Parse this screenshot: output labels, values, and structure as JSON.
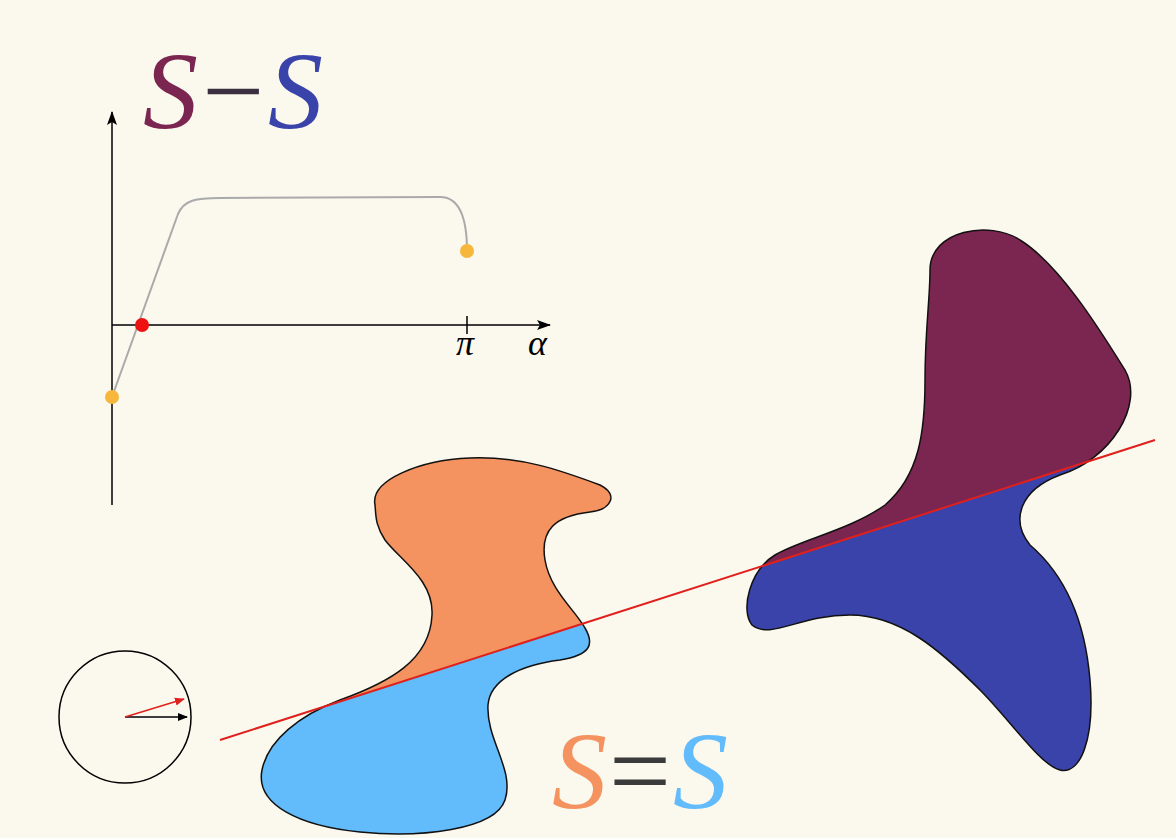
{
  "diagram": {
    "labels": [
      "S",
      "−",
      "S",
      "π",
      "α",
      "S",
      "=",
      "S"
    ]
  }
}
